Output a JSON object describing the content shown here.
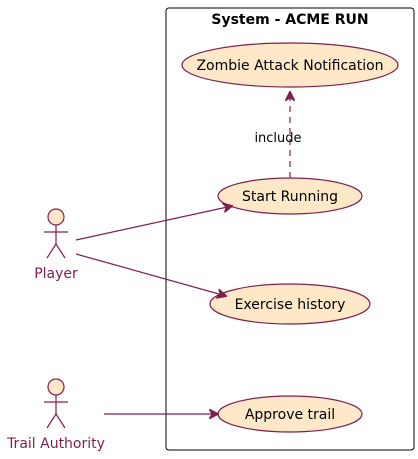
{
  "system": {
    "title": "System - ACME RUN"
  },
  "actors": {
    "player": "Player",
    "trail_authority": "Trail Authority"
  },
  "use_cases": {
    "zombie_attack": "Zombie Attack Notification",
    "start_running": "Start Running",
    "exercise_history": "Exercise history",
    "approve_trail": "Approve trail"
  },
  "relations": {
    "include_label": "include"
  },
  "colors": {
    "usecase_fill": "#fee8c8",
    "border": "#7f1f4f",
    "text": "#000000"
  }
}
